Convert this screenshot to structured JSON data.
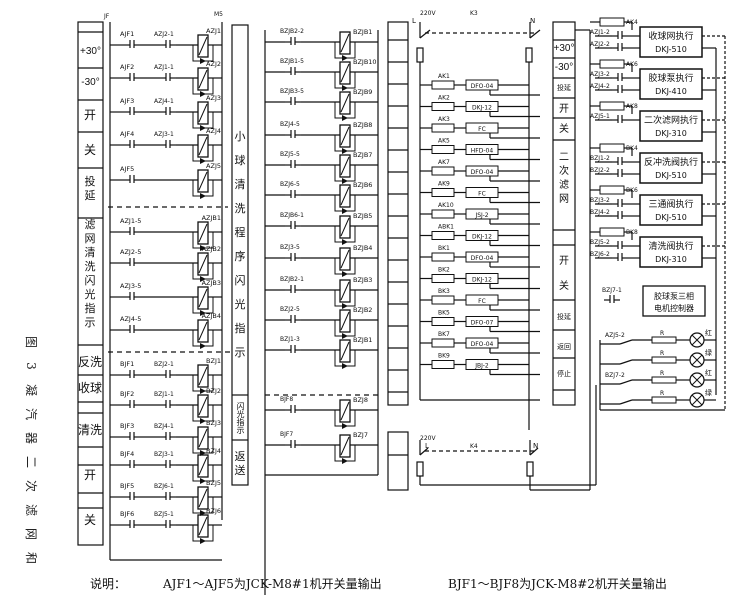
{
  "figure_caption": "图3 凝汽器二次滤网和",
  "notes": {
    "label": "说明：",
    "note1": "AJF1～AJF5为JCK-M8#1机开关量输出",
    "note2": "BJF1～BJF8为JCK-M8#2机开关量输出"
  },
  "left_labels": [
    "+30°",
    "-30°",
    "开",
    "关",
    "投延",
    "滤网清洗闪光指示",
    "反洗",
    "收球",
    "清洗",
    "开",
    "关"
  ],
  "ladder_a": {
    "top_left": "JF",
    "top_right": "M5",
    "rungs": [
      {
        "contact": "AJF1",
        "interlock": "AZJ2-1",
        "coil": "AZJ1"
      },
      {
        "contact": "AJF2",
        "interlock": "AZJ1-1",
        "coil": "AZJ2"
      },
      {
        "contact": "AJF3",
        "interlock": "AZJ4-1",
        "coil": "AZJ3"
      },
      {
        "contact": "AJF4",
        "interlock": "AZJ3-1",
        "coil": "AZJ4"
      },
      {
        "contact": "AJF5",
        "interlock": "",
        "coil": "AZJ5"
      },
      {
        "contact": "AZJ1-5",
        "interlock": "",
        "coil": "AZJB1"
      },
      {
        "contact": "AZJ2-5",
        "interlock": "",
        "coil": "AZJB2"
      },
      {
        "contact": "AZJ3-5",
        "interlock": "",
        "coil": "AZJB3"
      },
      {
        "contact": "AZJ4-5",
        "interlock": "",
        "coil": "AZJB4"
      },
      {
        "contact": "BJF1",
        "interlock": "BZJ2-1",
        "coil": "BZJ1"
      },
      {
        "contact": "BJF2",
        "interlock": "BZJ1-1",
        "coil": "BZJ2"
      },
      {
        "contact": "BJF3",
        "interlock": "BZJ4-1",
        "coil": "BZJ3"
      },
      {
        "contact": "BJF4",
        "interlock": "BZJ3-1",
        "coil": "BZJ4"
      },
      {
        "contact": "BJF5",
        "interlock": "BZJ6-1",
        "coil": "BZJ5"
      },
      {
        "contact": "BJF6",
        "interlock": "BZJ5-1",
        "coil": "BZJ6"
      }
    ]
  },
  "middle_column": {
    "upper_text": "小球清洗程序闪光指示",
    "lower_text": "闪光指示",
    "bottom_text": "返送"
  },
  "ladder_b": {
    "rungs": [
      {
        "contact": "BZJB2-2",
        "coil": "BZJB1"
      },
      {
        "contact": "BZJB1-5",
        "coil": "BZJB10"
      },
      {
        "contact": "BZJB3-5",
        "coil": "BZJB9"
      },
      {
        "contact": "BZJ4-5",
        "coil": "BZJB8"
      },
      {
        "contact": "BZJ5-5",
        "coil": "BZJB7"
      },
      {
        "contact": "BZJ6-5",
        "coil": "BZJB6"
      },
      {
        "contact": "BZJB6-1",
        "coil": "BZJB5"
      },
      {
        "contact": "BZJ3-5",
        "coil": "BZJB4"
      },
      {
        "contact": "BZJB2-1",
        "coil": "BZJB3"
      },
      {
        "contact": "BZJ2-5",
        "coil": "BZJB2"
      },
      {
        "contact": "BZJ1-3",
        "coil": "BZJB1"
      },
      {
        "contact": "BJF8",
        "coil": "BZJ8"
      },
      {
        "contact": "BJF7",
        "coil": "BZJ7"
      }
    ]
  },
  "power_circuit": {
    "top_switch": "K3",
    "bottom_switch": "K4",
    "voltage": "220V",
    "line": "L",
    "neutral": "N",
    "branches": [
      {
        "breaker": "AK1",
        "device": "DFO-04"
      },
      {
        "breaker": "AK2",
        "device": "DKJ-12"
      },
      {
        "breaker": "AK3",
        "device": "FC"
      },
      {
        "breaker": "AK5",
        "device": "HFD-04"
      },
      {
        "breaker": "AK7",
        "device": "DFO-04"
      },
      {
        "breaker": "AK9",
        "device": "FC"
      },
      {
        "breaker": "AK10",
        "device": "JSJ-2"
      },
      {
        "breaker": "ABK1",
        "device": "DKJ-12"
      },
      {
        "breaker": "BK1",
        "device": "DFO-04"
      },
      {
        "breaker": "BK2",
        "device": "DKJ-12"
      },
      {
        "breaker": "BK3",
        "device": "FC"
      },
      {
        "breaker": "BK5",
        "device": "DFO-07"
      },
      {
        "breaker": "BK7",
        "device": "DFO-04"
      },
      {
        "breaker": "BK9",
        "device": "JBJ-2"
      }
    ]
  },
  "right_labels": [
    "+30°",
    "-30°",
    "投延",
    "开",
    "关",
    "二次滤网",
    "开",
    "关",
    "投延",
    "返回",
    "停止"
  ],
  "actuators": [
    {
      "breaker": "AK4",
      "contacts": [
        "AZJ1-2",
        "AZJ2-2"
      ],
      "name": "收球网执行",
      "model": "DKJ-510"
    },
    {
      "breaker": "AK6",
      "contacts": [
        "AZJ3-2",
        "AZJ4-2"
      ],
      "name": "胶球泵执行",
      "model": "DKJ-410"
    },
    {
      "breaker": "AK8",
      "contacts": [
        "AZJ5-1"
      ],
      "name": "二次滤网执行",
      "model": "DKJ-310"
    },
    {
      "breaker": "BK4",
      "contacts": [
        "BZJ1-2",
        "BZJ2-2"
      ],
      "name": "反冲洗阀执行",
      "model": "DKJ-510"
    },
    {
      "breaker": "BK6",
      "contacts": [
        "BZJ3-2",
        "BZJ4-2"
      ],
      "name": "三通阀执行",
      "model": "DKJ-510"
    },
    {
      "breaker": "BK8",
      "contacts": [
        "BZJ5-2",
        "BZJ6-2"
      ],
      "name": "清洗阀执行",
      "model": "DKJ-310"
    }
  ],
  "motor_box": {
    "contact": "BZJ7-1",
    "name": "胶球泵三相电机控制器"
  },
  "lamps": [
    {
      "contact": "AZJ5-2",
      "resistor": "R",
      "color_label": "红"
    },
    {
      "contact": "",
      "resistor": "R",
      "color_label": "绿"
    },
    {
      "contact": "BZJ7-2",
      "resistor": "R",
      "color_label": "红"
    },
    {
      "contact": "",
      "resistor": "R",
      "color_label": "绿"
    }
  ]
}
